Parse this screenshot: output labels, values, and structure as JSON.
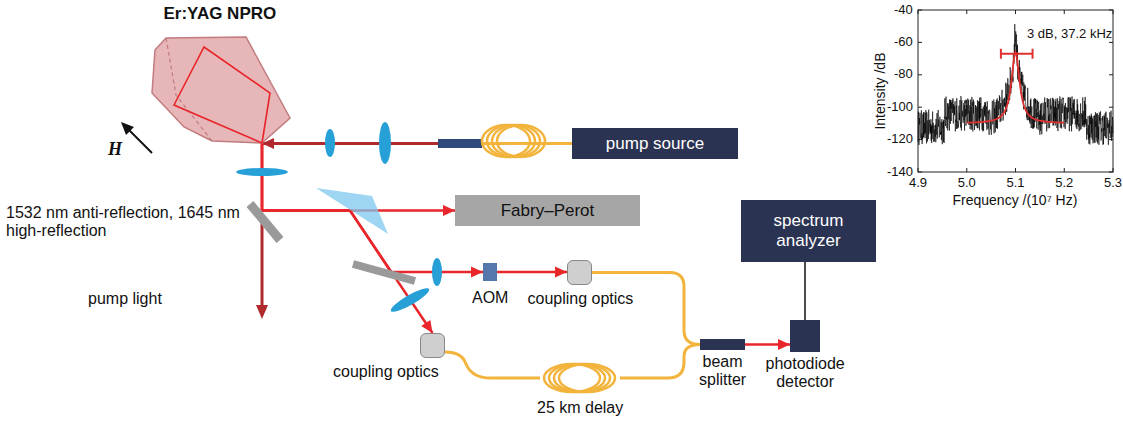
{
  "diagram": {
    "nodes": [
      {
        "text": [
          "Er:YAG NPRO"
        ]
      },
      {
        "text": [
          "pump source"
        ]
      },
      {
        "text": [
          "Fabry–Perot"
        ]
      },
      {
        "text": [
          "AOM"
        ]
      },
      {
        "text": [
          "coupling optics"
        ]
      },
      {
        "text": [
          "spectrum analyzer"
        ]
      },
      {
        "text": [
          "coupling optics"
        ]
      },
      {
        "text": [
          "beam splitter"
        ]
      },
      {
        "text": [
          "photodiode detector"
        ]
      },
      {
        "text": [
          "25 km delay"
        ]
      }
    ],
    "edges": [
      {
        "from": 1,
        "to": 0,
        "arrow": "to"
      },
      {
        "from": 0,
        "to": 2,
        "arrow": "to"
      },
      {
        "from": 3,
        "to": 4,
        "arrow": "to"
      },
      {
        "from": 4,
        "to": 7,
        "arrow": "none"
      },
      {
        "from": 6,
        "to": 9,
        "arrow": "none"
      },
      {
        "from": 9,
        "to": 7,
        "arrow": "none"
      },
      {
        "from": 7,
        "to": 8,
        "arrow": "to"
      },
      {
        "from": 5,
        "to": 8,
        "arrow": "none"
      },
      {
        "from": 0,
        "to": 6,
        "arrow": "to"
      },
      {
        "from": 0,
        "to": 3,
        "arrow": "to"
      }
    ],
    "labels": [
      "H",
      "1532 nm anti-reflection, 1645 nm high-reflection",
      "pump light",
      "3 dB, 37.2 kHz",
      "-40",
      "-60",
      "-80",
      "-100",
      "-120",
      "-140",
      "4.9",
      "5.0",
      "5.1",
      "5.2",
      "5.3",
      "Intensity /dB",
      "Frequency /(10⁷ Hz)"
    ]
  }
}
